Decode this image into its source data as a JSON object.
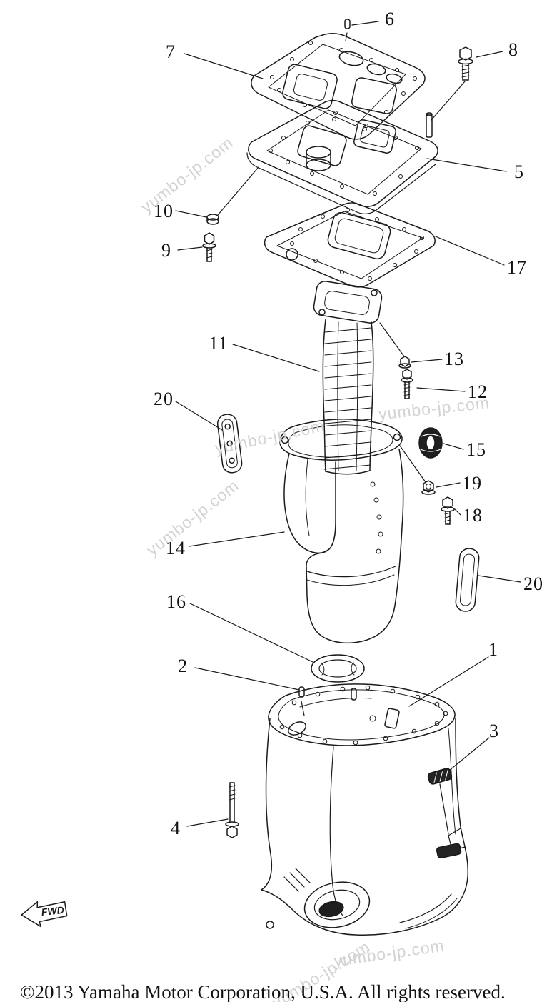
{
  "page": {
    "background": "#ffffff",
    "line_color": "#1a1a1a",
    "watermark_color": "#d3d3d3",
    "copyright": "©2013 Yamaha Motor Corporation, U.S.A. All rights reserved.",
    "watermark_text": "yumbo-jp.com",
    "fwd_label": "FWD"
  },
  "diagram": {
    "callouts": [
      "6",
      "7",
      "8",
      "5",
      "10",
      "9",
      "17",
      "11",
      "13",
      "12",
      "20",
      "15",
      "19",
      "18",
      "14",
      "20",
      "16",
      "2",
      "1",
      "3",
      "4"
    ]
  }
}
